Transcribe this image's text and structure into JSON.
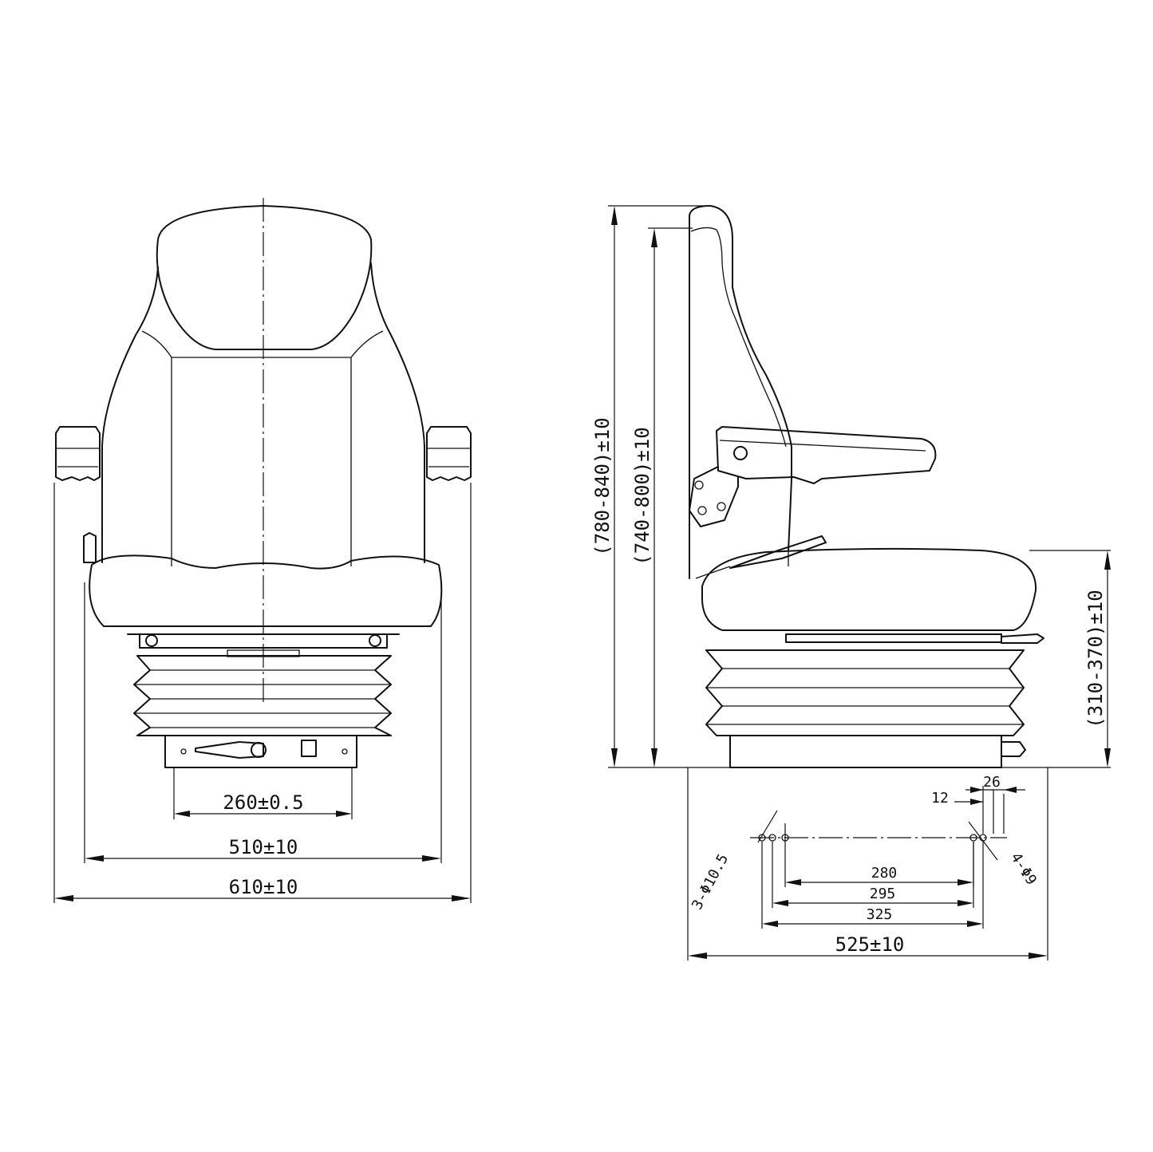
{
  "front_view": {
    "dim_base_mount": "260±0.5",
    "dim_seat_width": "510±10",
    "dim_overall_width": "610±10"
  },
  "side_view": {
    "dim_height_total": "(780-840)±10",
    "dim_height_backrest": "(740-800)±10",
    "dim_height_cushion": "(310-370)±10",
    "dim_depth": "525±10",
    "hole_dim_280": "280",
    "hole_dim_295": "295",
    "hole_dim_325": "325",
    "hole_dim_12": "12",
    "hole_dim_26": "26",
    "hole_callout_left": "3-Φ10.5",
    "hole_callout_right": "4-Φ9"
  }
}
